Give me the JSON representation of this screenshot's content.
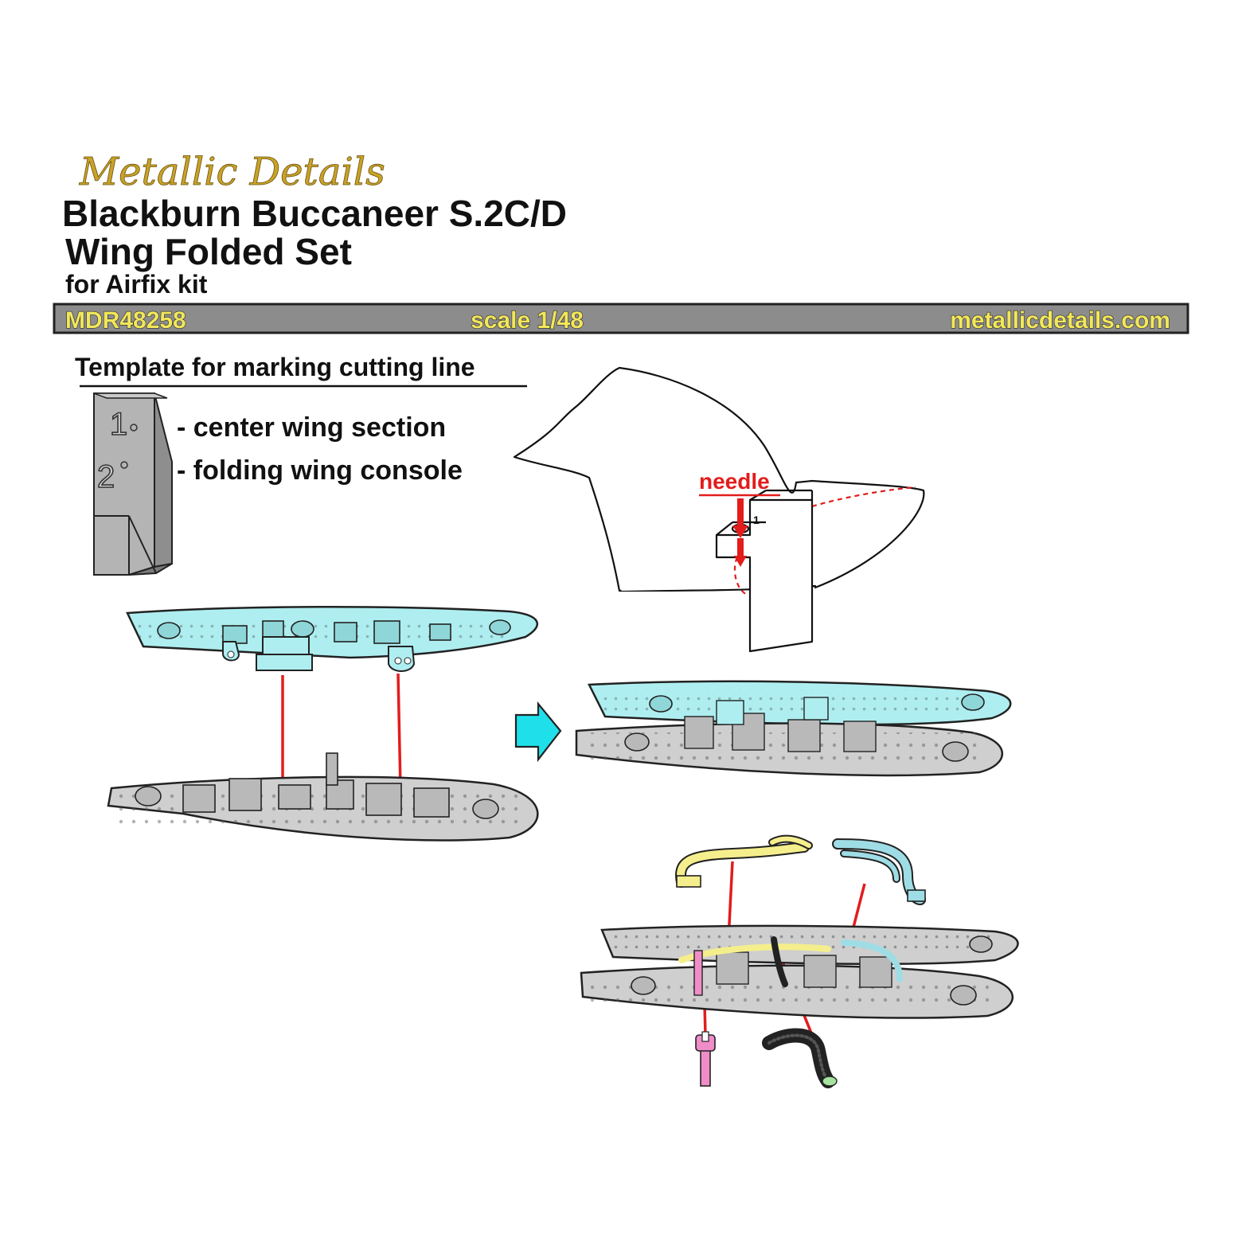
{
  "brand": {
    "logo_text": "Metallic Details",
    "gold": "#c9a227"
  },
  "product": {
    "title": "Blackburn Buccaneer S.2C/D",
    "subtitle": "Wing Folded Set",
    "kit": "for Airfix kit"
  },
  "info_bar": {
    "code": "MDR48258",
    "scale": "scale 1/48",
    "website": "metallicdetails.com",
    "bg_color": "#8c8c8c",
    "text_color": "#f2e75a"
  },
  "template_section": {
    "heading": "Template for marking cutting line",
    "num1": "1",
    "num2": "2",
    "items": [
      {
        "label": "- center wing section"
      },
      {
        "label": "- folding wing console"
      }
    ]
  },
  "wing_detail": {
    "needle_label": "needle",
    "hole_number": "1"
  },
  "colors": {
    "cyan_part": "#aeeef0",
    "grey_part": "#cfcfcf",
    "yellow_pipe": "#f5ee8c",
    "blue_pipe": "#9fdde6",
    "pink_part": "#f08cc8",
    "black_hose": "#222222",
    "red_line": "#e31c1c",
    "arrow": "#1fe0ea"
  },
  "icons": [
    "cutting-template-icon",
    "right-arrow-icon",
    "needle-arrow-icon"
  ]
}
